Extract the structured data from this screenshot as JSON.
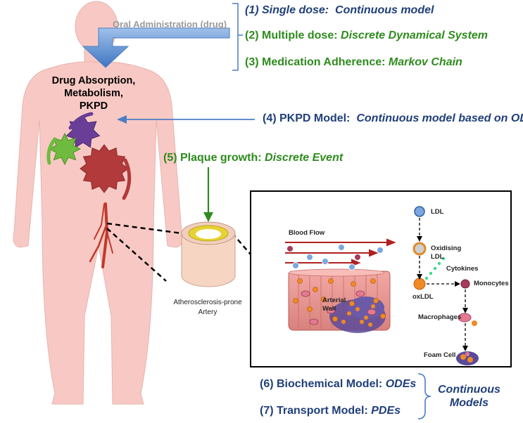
{
  "oral_administration": "Oral Administration (drug)",
  "organ_label": [
    "Drug Absorption,",
    "Metabolism,",
    "PKPD"
  ],
  "models": {
    "m1": {
      "prefix": "(1) Single dose:",
      "name": "Continuous model"
    },
    "m2": {
      "prefix": "(2) Multiple dose:",
      "name": "Discrete Dynamical System"
    },
    "m3": {
      "prefix": "(3) Medication Adherence:",
      "name": "Markov Chain"
    },
    "m4": {
      "prefix": "(4) PKPD Model:",
      "name": "Continuous model based on ODEs"
    },
    "m5": {
      "prefix": "(5) Plaque growth:",
      "name": "Discrete Event"
    },
    "m6": {
      "prefix": "(6) Biochemical Model:",
      "name": "ODEs"
    },
    "m7": {
      "prefix": "(7) Transport Model:",
      "name": "PDEs"
    }
  },
  "continuous_models": [
    "Continuous",
    "Models"
  ],
  "artery_label": [
    "Atherosclerosis-prone",
    "Artery"
  ],
  "panel": {
    "blood_flow": "Blood Flow",
    "arterial_wall": [
      "Arterial",
      "Wall"
    ],
    "ldl": "LDL",
    "oxidising_ldl": [
      "Oxidising",
      "LDL"
    ],
    "cytokines": "Cytokines",
    "oxldl": "oxLDL",
    "monocytes": "Monocytes",
    "macrophages": "Macrophages",
    "foam_cell": "Foam Cell"
  },
  "colors": {
    "body": "#f8c9c4",
    "blue_text": "#1f3f7a",
    "green_text": "#2e8b1e",
    "gear_purple": "#6a3d96",
    "gear_green": "#6fbb3f",
    "gear_red": "#b23a3a",
    "arrow_blue": "#5b86c6",
    "arrow_green": "#2e8b1e"
  }
}
